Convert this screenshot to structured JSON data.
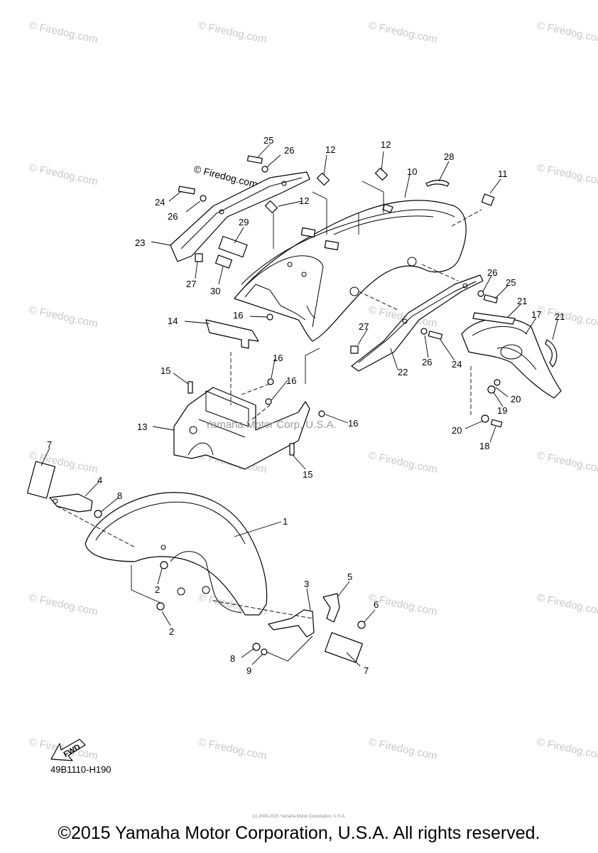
{
  "watermark": {
    "text": "© Firedog.com"
  },
  "inline_watermark": "Yamaha Motor Corp, U.S.A.",
  "callouts": {
    "c1": "1",
    "c2a": "2",
    "c2b": "2",
    "c3": "3",
    "c4": "4",
    "c5": "5",
    "c6": "6",
    "c7a": "7",
    "c7b": "7",
    "c8a": "8",
    "c8b": "8",
    "c9": "9",
    "c10": "10",
    "c11": "11",
    "c12a": "12",
    "c12b": "12",
    "c12c": "12",
    "c13": "13",
    "c14": "14",
    "c15a": "15",
    "c15b": "15",
    "c16a": "16",
    "c16b": "16",
    "c16c": "16",
    "c16d": "16",
    "c17": "17",
    "c18": "18",
    "c19": "19",
    "c20a": "20",
    "c20b": "20",
    "c21a": "21",
    "c21b": "21",
    "c22": "22",
    "c23": "23",
    "c24a": "24",
    "c24b": "24",
    "c25a": "25",
    "c25b": "25",
    "c26a": "26",
    "c26b": "26",
    "c26c": "26",
    "c27a": "27",
    "c27b": "27",
    "c28": "28",
    "c29": "29",
    "c30": "30"
  },
  "fwd_label": "FWD",
  "diagram_code": "49B1110-H190",
  "small_print": "(c) 2000-2015 Yamaha Motor Corporation, U.S.A.",
  "copyright": "©2015 Yamaha Motor Corporation, U.S.A. All rights reserved."
}
